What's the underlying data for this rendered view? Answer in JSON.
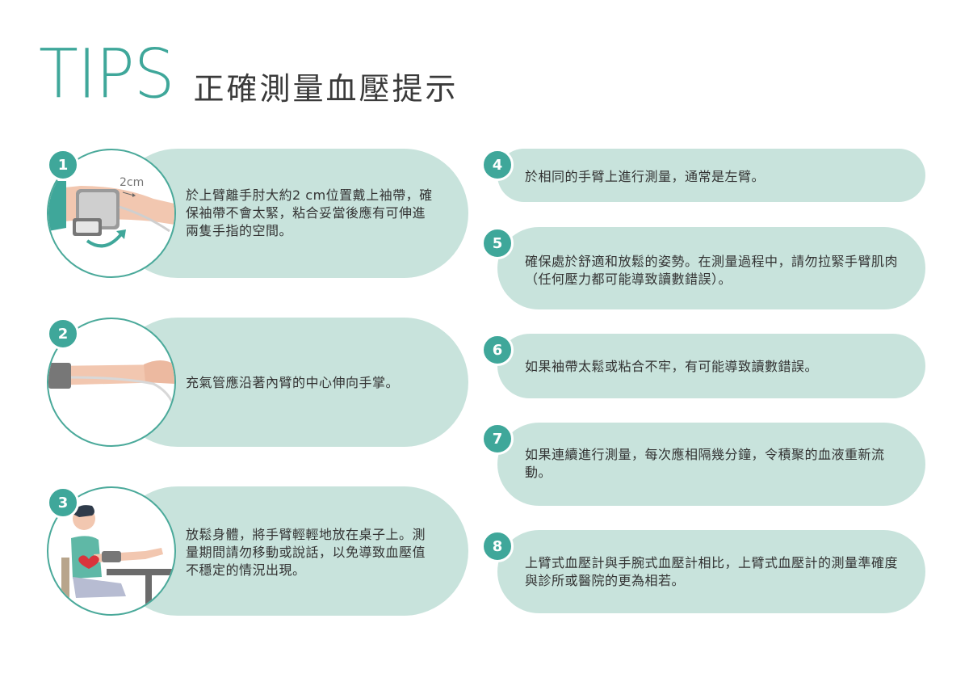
{
  "header": {
    "title_en": "TIPS",
    "title_zh": "正確測量血壓提示"
  },
  "tips": [
    {
      "number": "1",
      "text": "於上臂離手肘大約2 cm位置戴上袖帶，確保袖帶不會太緊，粘合妥當後應有可伸進兩隻手指的空間。",
      "illustration_label": "2cm"
    },
    {
      "number": "2",
      "text": "充氣管應沿著內臂的中心伸向手掌。"
    },
    {
      "number": "3",
      "text": "放鬆身體，將手臂輕輕地放在桌子上。測量期間請勿移動或說話，以免導致血壓值不穩定的情況出現。"
    },
    {
      "number": "4",
      "text": "於相同的手臂上進行測量，通常是左臂。"
    },
    {
      "number": "5",
      "text": "確保處於舒適和放鬆的姿勢。在測量過程中，請勿拉緊手臂肌肉（任何壓力都可能導致讀數錯誤）。"
    },
    {
      "number": "6",
      "text": "如果袖帶太鬆或粘合不牢，有可能導致讀數錯誤。"
    },
    {
      "number": "7",
      "text": "如果連續進行測量，每次應相隔幾分鐘，令積聚的血液重新流動。"
    },
    {
      "number": "8",
      "text": "上臂式血壓計與手腕式血壓計相比，上臂式血壓計的測量準確度與診所或醫院的更為相若。"
    }
  ],
  "colors": {
    "accent": "#3fa79a",
    "pill": "#c8e3dc",
    "text": "#333333"
  }
}
